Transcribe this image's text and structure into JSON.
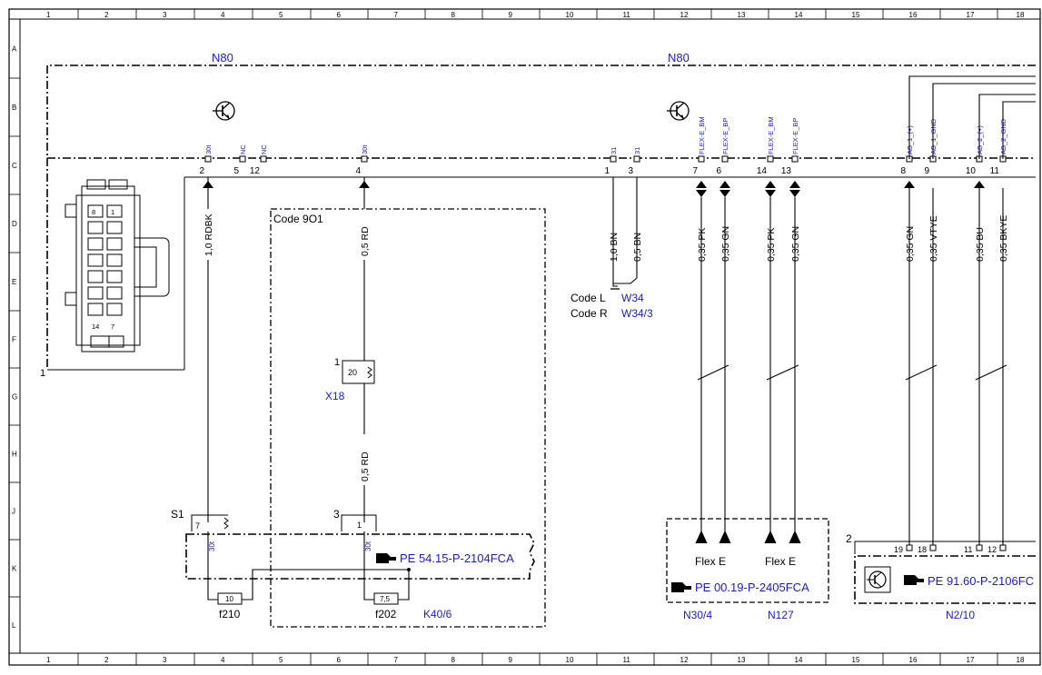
{
  "border": {
    "columns": [
      "1",
      "2",
      "3",
      "4",
      "5",
      "6",
      "7",
      "8",
      "9",
      "10",
      "11",
      "12",
      "13",
      "14",
      "15",
      "16",
      "17",
      "18"
    ],
    "rows": [
      "A",
      "B",
      "C",
      "D",
      "E",
      "F",
      "G",
      "H",
      "J",
      "K",
      "L"
    ]
  },
  "modules": {
    "n80_left": "N80",
    "n80_right": "N80",
    "code_9o1": "Code 9O1",
    "code_l": "Code L",
    "code_l_ref": "W34",
    "code_r": "Code R",
    "code_r_ref": "W34/3",
    "connector_1": "1",
    "x18": "X18",
    "x18_num": "1",
    "x18_pin": "20",
    "s1": "S1",
    "s1_pin": "7",
    "s1_30t": "30t",
    "k_pin_num": "3",
    "k_pin": "1",
    "k_30t": "30t",
    "f210": "f210",
    "f210_val": "10",
    "f202": "f202",
    "f202_val": "7,5",
    "k40_6": "K40/6",
    "pe_54": "PE 54.15-P-2104FCA",
    "pe_00": "PE 00.19-P-2405FCA",
    "pe_91": "PE 91.60-P-2106FC",
    "flex_e_1": "Flex E",
    "flex_e_2": "Flex E",
    "n30_4": "N30/4",
    "n127": "N127",
    "n2_10": "N2/10",
    "n2_num": "2",
    "n2_pin19": "19",
    "n2_pin18": "18",
    "n2_pin11": "11",
    "n2_pin12": "12"
  },
  "pins": [
    {
      "num": "2",
      "label": "30t"
    },
    {
      "num": "5",
      "label": "NC"
    },
    {
      "num": "12",
      "label": "NC"
    },
    {
      "num": "4",
      "label": "30t"
    },
    {
      "num": "1",
      "label": "31"
    },
    {
      "num": "3",
      "label": "31"
    },
    {
      "num": "7",
      "label": "FLEX-E_BM"
    },
    {
      "num": "6",
      "label": "FLEX-E_BP"
    },
    {
      "num": "14",
      "label": "FLEX-E_BM"
    },
    {
      "num": "13",
      "label": "FLEX-E_BP"
    },
    {
      "num": "8",
      "label": "AB_1_(+)"
    },
    {
      "num": "9",
      "label": "AB_1_GND"
    },
    {
      "num": "10",
      "label": "AB_2_(+)"
    },
    {
      "num": "11",
      "label": "AB_2_GND"
    }
  ],
  "wires": [
    {
      "label": "1,0 RDBK"
    },
    {
      "label": "0,5 RD"
    },
    {
      "label": "0,5 RD"
    },
    {
      "label": "1,0 BN"
    },
    {
      "label": "0,5 BN"
    },
    {
      "label": "0,35 PK"
    },
    {
      "label": "0,35 GN"
    },
    {
      "label": "0,35 PK"
    },
    {
      "label": "0,35 GN"
    },
    {
      "label": "0,35 GN"
    },
    {
      "label": "0,35 VTYE"
    },
    {
      "label": "0,35 BU"
    },
    {
      "label": "0,35 BKYE"
    }
  ],
  "connector_cells": [
    "8",
    "1",
    "14",
    "7"
  ],
  "icons": [
    "transistor-icon",
    "transistor-icon",
    "transistor-icon",
    "pointing-hand-icon"
  ]
}
